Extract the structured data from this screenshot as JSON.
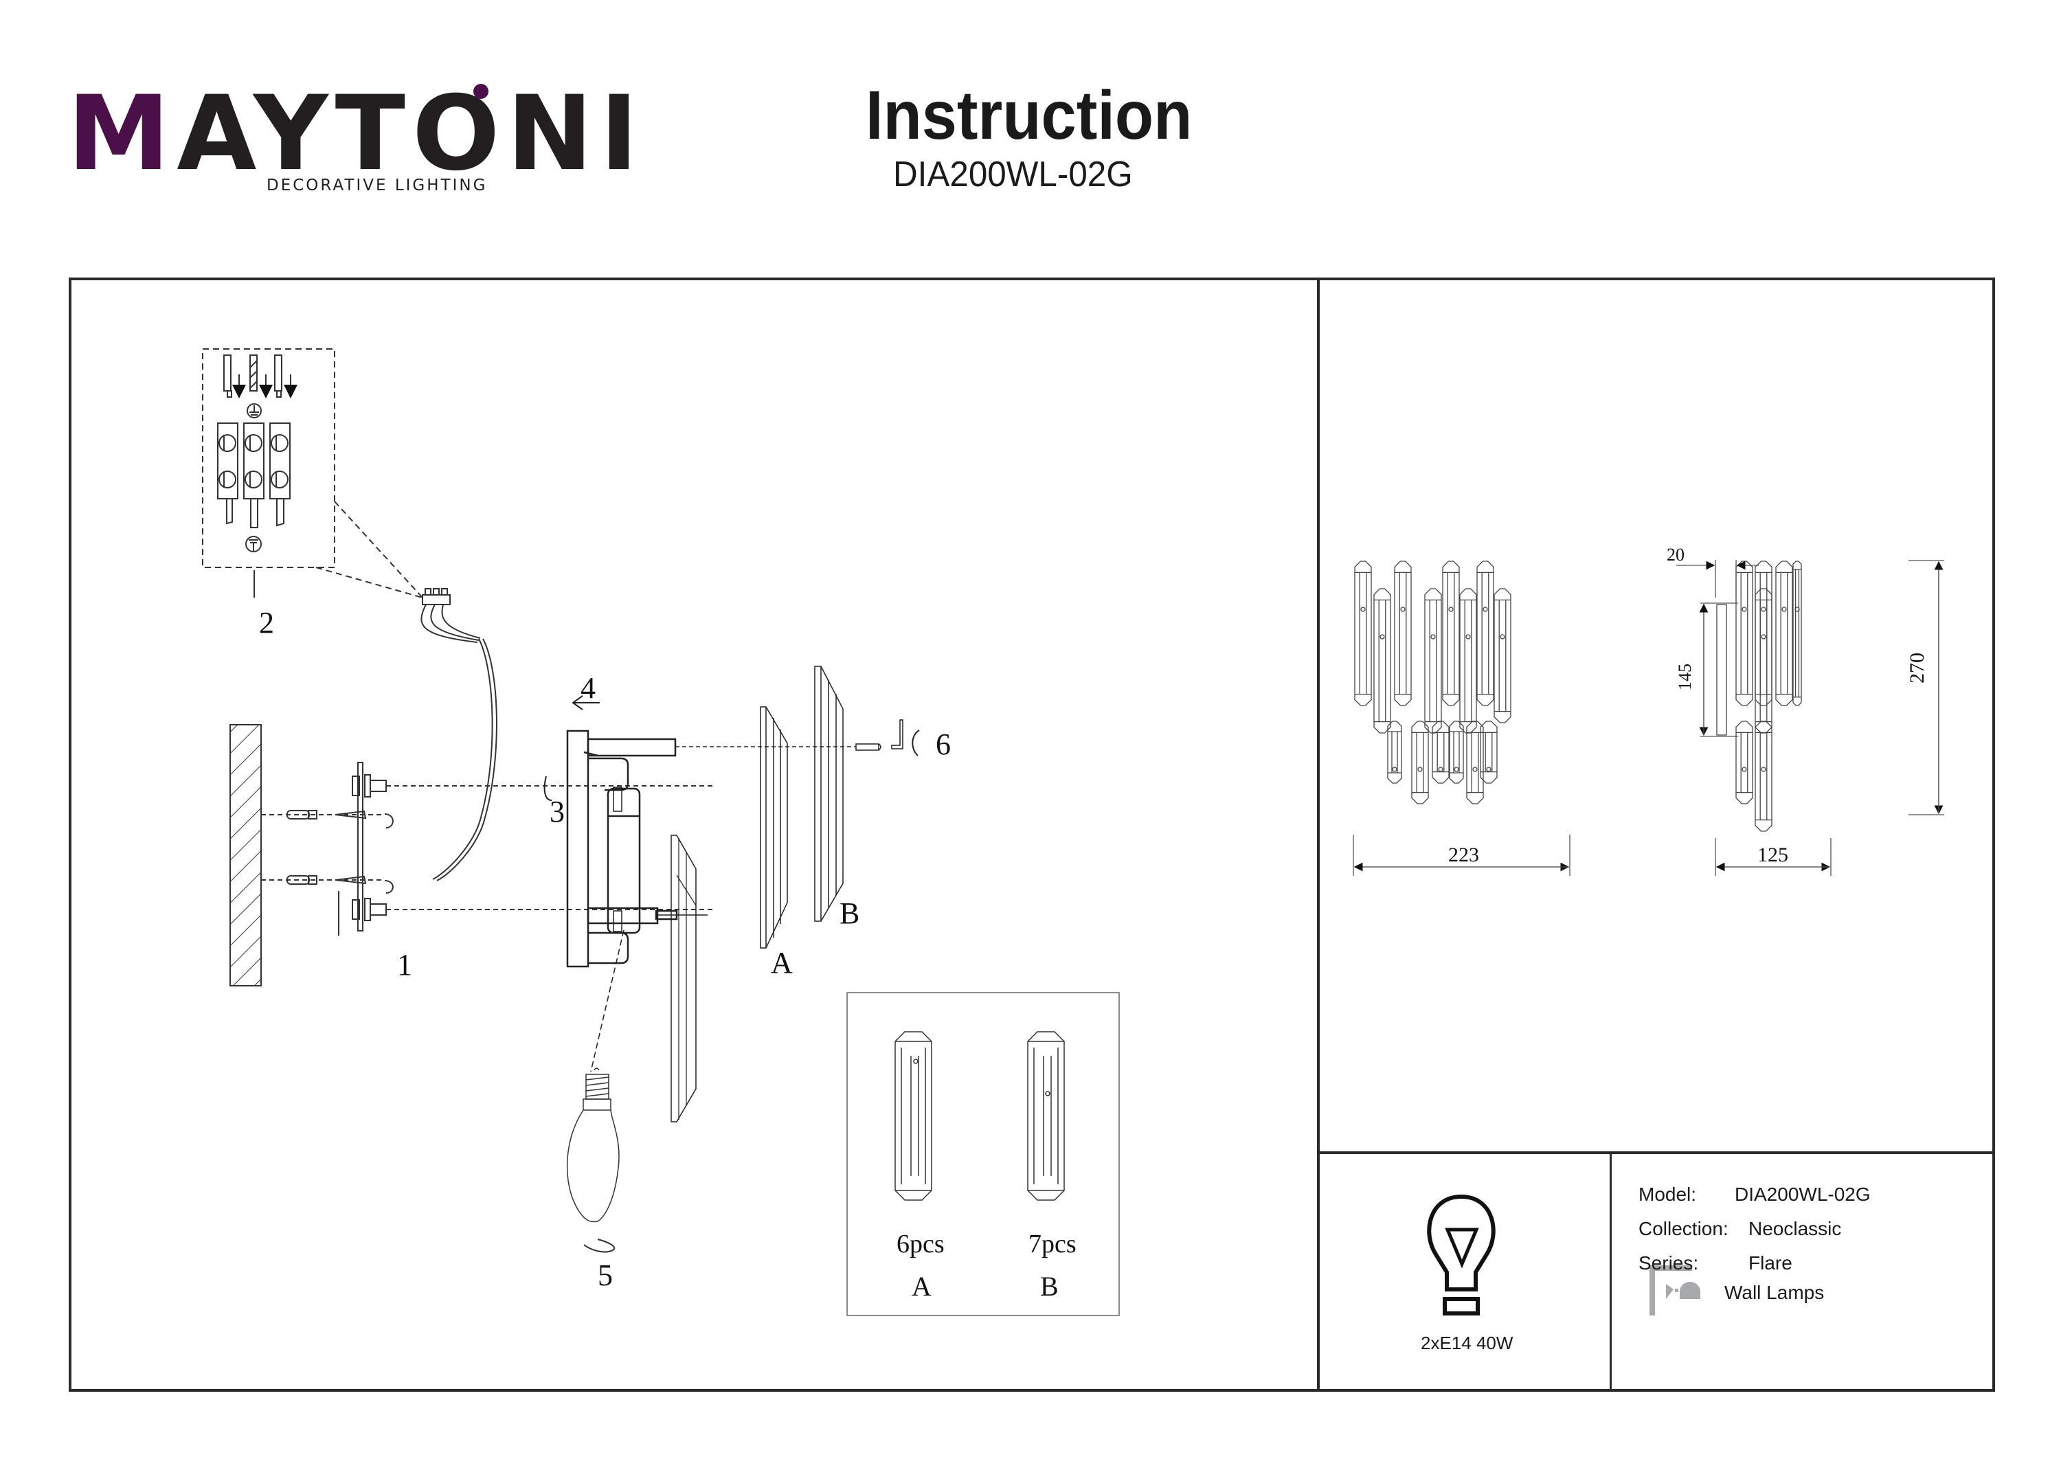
{
  "header": {
    "brand": {
      "name_prefix": "M",
      "name_rest": "AYTON",
      "name_last": "I",
      "tagline": "DECORATIVE LIGHTING",
      "accent_color": "#4b0f4a"
    },
    "title": "Instruction",
    "model_code": "DIA200WL-02G"
  },
  "assembly": {
    "step_labels": [
      "1",
      "2",
      "3",
      "4",
      "5",
      "6"
    ],
    "part_labels": [
      "A",
      "B"
    ],
    "wiring_detail": {
      "symbols": [
        "earth-ground-icon",
        "protective-earth-icon"
      ]
    }
  },
  "parts_box": {
    "items": [
      {
        "count": "6pcs",
        "label": "A"
      },
      {
        "count": "7pcs",
        "label": "B"
      }
    ]
  },
  "dimensions": {
    "unit": "mm",
    "front_width": "223",
    "side_depth": "125",
    "height": "270",
    "backplate_height": "145",
    "backplate_thickness": "20"
  },
  "lamp_spec": {
    "icon": "light-bulb-icon",
    "text": "2xE14 40W"
  },
  "product_info": {
    "model_label": "Model:",
    "model_value": "DIA200WL-02G",
    "collection_label": "Collection:",
    "collection_value": "Neoclassic",
    "series_label": "Series:",
    "series_value": "Flare",
    "type_icon": "wall-lamp-icon",
    "type_value": "Wall Lamps"
  }
}
